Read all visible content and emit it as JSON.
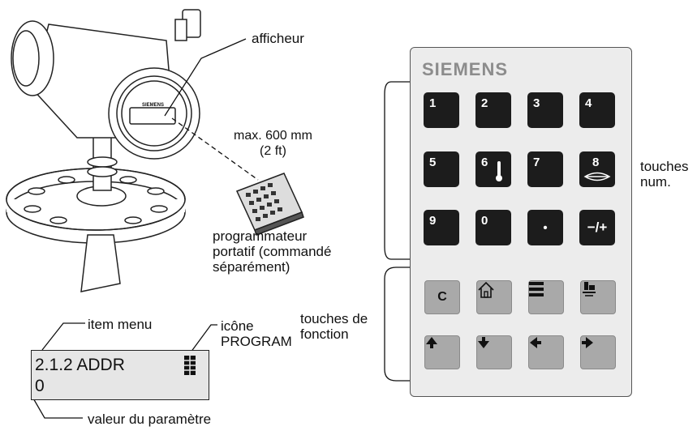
{
  "labels": {
    "display": "afficheur",
    "distance": "max. 600 mm\n(2 ft)",
    "programmer": "programmateur\nportatif (commandé\nséparément)",
    "numeric_keys": "touches\nnum.",
    "function_keys": "touches de\nfonction",
    "menu_item": "item menu",
    "program_icon": "icône\nPROGRAM",
    "param_value": "valeur du paramètre"
  },
  "device": {
    "faceplate_brand": "SIEMENS"
  },
  "remote": {
    "brand": "SIEMENS",
    "numeric_keys": [
      {
        "label": "1",
        "icon": ""
      },
      {
        "label": "2",
        "icon": ""
      },
      {
        "label": "3",
        "icon": ""
      },
      {
        "label": "4",
        "icon": ""
      },
      {
        "label": "5",
        "icon": ""
      },
      {
        "label": "6",
        "icon": "thermometer-icon"
      },
      {
        "label": "7",
        "icon": ""
      },
      {
        "label": "8",
        "icon": "emblem-icon"
      },
      {
        "label": "9",
        "icon": ""
      },
      {
        "label": "0",
        "icon": ""
      },
      {
        "label": "•",
        "icon": ""
      },
      {
        "label": "−/+",
        "icon": ""
      }
    ],
    "function_keys": [
      {
        "label": "C",
        "icon": "clear"
      },
      {
        "label": "",
        "icon": "home-icon"
      },
      {
        "label": "",
        "icon": "menu-icon"
      },
      {
        "label": "",
        "icon": "level-icon"
      },
      {
        "label": "",
        "icon": "arrow-up-icon"
      },
      {
        "label": "",
        "icon": "arrow-down-icon"
      },
      {
        "label": "",
        "icon": "arrow-left-icon"
      },
      {
        "label": "",
        "icon": "arrow-right-icon"
      }
    ]
  },
  "lcd": {
    "line1": "2.1.2  ADDR",
    "line2": "0"
  },
  "colors": {
    "key_dark": "#1c1c1c",
    "key_function": "#a9a9a9",
    "remote_body": "#ececec",
    "lcd_background": "#e6e6e6"
  }
}
